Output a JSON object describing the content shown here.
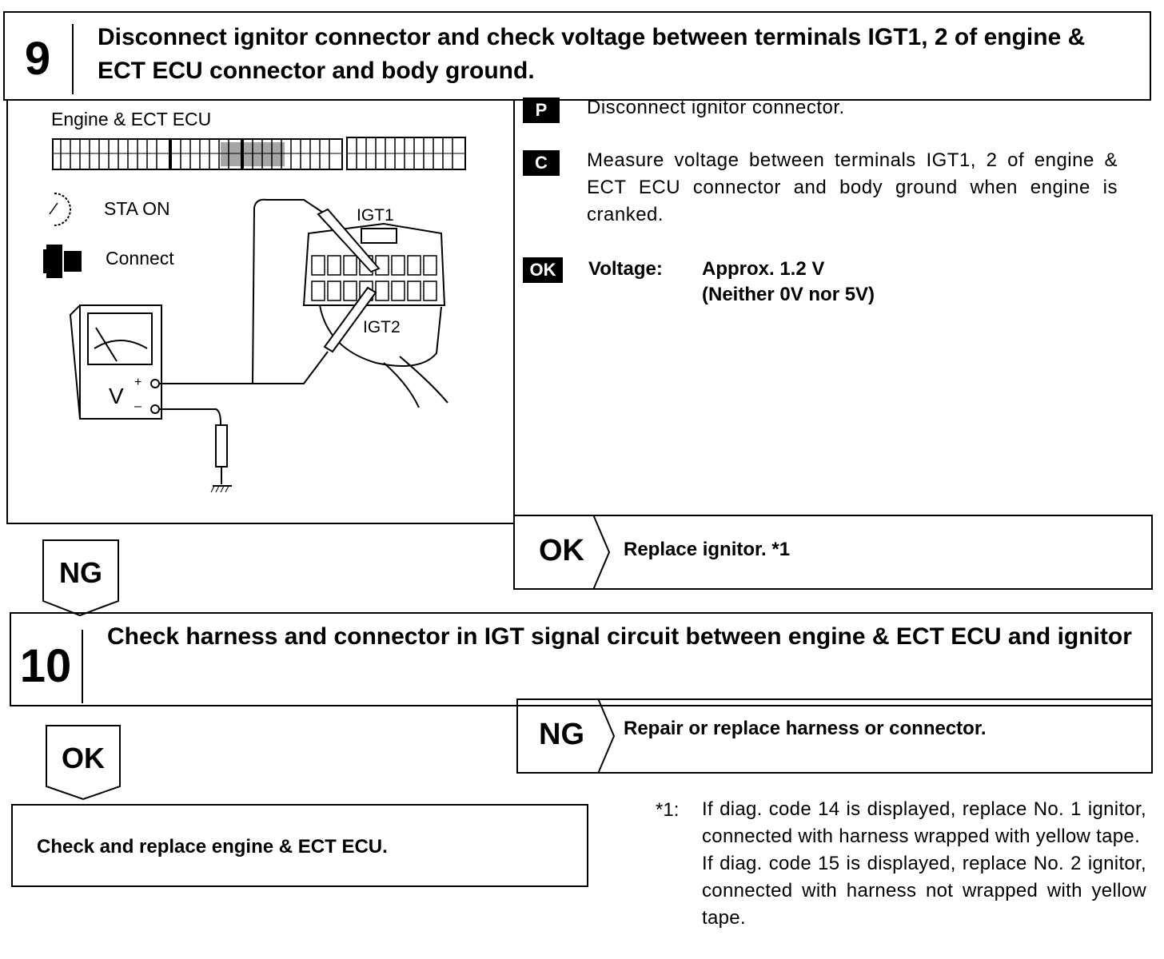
{
  "step9": {
    "number": "9",
    "title": "Disconnect ignitor connector and check voltage between terminals IGT1, 2 of engine & ECT ECU connector and body ground."
  },
  "diagram": {
    "ecu_label": "Engine & ECT ECU",
    "sta_label": "STA ON",
    "connect_label": "Connect",
    "igt1_label": "IGT1",
    "igt2_label": "IGT2",
    "meter_label": "V",
    "plus_label": "+",
    "minus_label": "–"
  },
  "instructions": {
    "p_tag": "P",
    "p_text": "Disconnect ignitor connector.",
    "c_tag": "C",
    "c_text": "Measure voltage between terminals IGT1, 2 of engine & ECT ECU connector and body ground when engine is cranked.",
    "ok_tag": "OK",
    "voltage_label": "Voltage:",
    "voltage_value": "Approx. 1.2 V",
    "voltage_note": "(Neither 0V nor 5V)"
  },
  "result_ok": {
    "label": "OK",
    "text": "Replace ignitor. *1"
  },
  "flow_ng": "NG",
  "step10": {
    "number": "10",
    "title": "Check harness and connector in IGT signal circuit between engine & ECT ECU and ignitor"
  },
  "result_ng": {
    "label": "NG",
    "text": "Repair or replace harness or connector."
  },
  "flow_ok": "OK",
  "final_action": "Check and replace engine & ECT ECU.",
  "footnote": {
    "marker": "*1:",
    "line1": "If diag. code 14 is displayed, replace No. 1 ignitor, connected with harness wrapped with yellow tape.",
    "line2": "If diag. code 15 is displayed, replace No. 2 ignitor, connected with harness not wrapped with yellow tape."
  }
}
